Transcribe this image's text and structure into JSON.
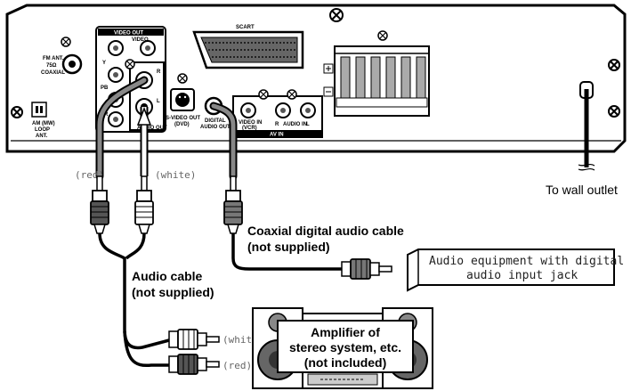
{
  "panel": {
    "video_out_header": "VIDEO OUT",
    "video_label": "VIDEO",
    "y_label": "Y",
    "pb_label": "PB",
    "pr_label": "PR",
    "r_label": "R",
    "l_label": "L",
    "audio_out_label": "AUDIO OUT",
    "svideo_label_1": "S-VIDEO OUT",
    "svideo_label_2": "(DVD)",
    "digital_label_1": "DIGITAL",
    "digital_label_2": "AUDIO OUT",
    "video_in_label_1": "VIDEO IN",
    "video_in_label_2": "(VCR)",
    "audio_in_label": "AUDIO IN",
    "audio_in_r": "R",
    "audio_in_l": "L",
    "av_in_label": "AV IN",
    "scart_label": "SCART",
    "fm_label_1": "FM ANT.",
    "fm_label_2": "75Ω",
    "fm_label_3": "COAXIAL",
    "am_label_1": "AM (MW)",
    "am_label_2": "LOOP",
    "am_label_3": "ANT."
  },
  "labels": {
    "red_top": "(red)",
    "white_top": "(white)",
    "wall_outlet": "To wall outlet",
    "coax_cable_1": "Coaxial digital audio cable",
    "coax_cable_2": "(not supplied)",
    "audio_cable_1": "Audio cable",
    "audio_cable_2": "(not supplied)",
    "equipment_1": "Audio equipment with digital",
    "equipment_2": "audio input jack",
    "amp_1": "Amplifier of",
    "amp_2": "stereo system, etc.",
    "amp_3": "(not included)",
    "white_bottom": "(white)",
    "red_bottom": "(red)"
  }
}
